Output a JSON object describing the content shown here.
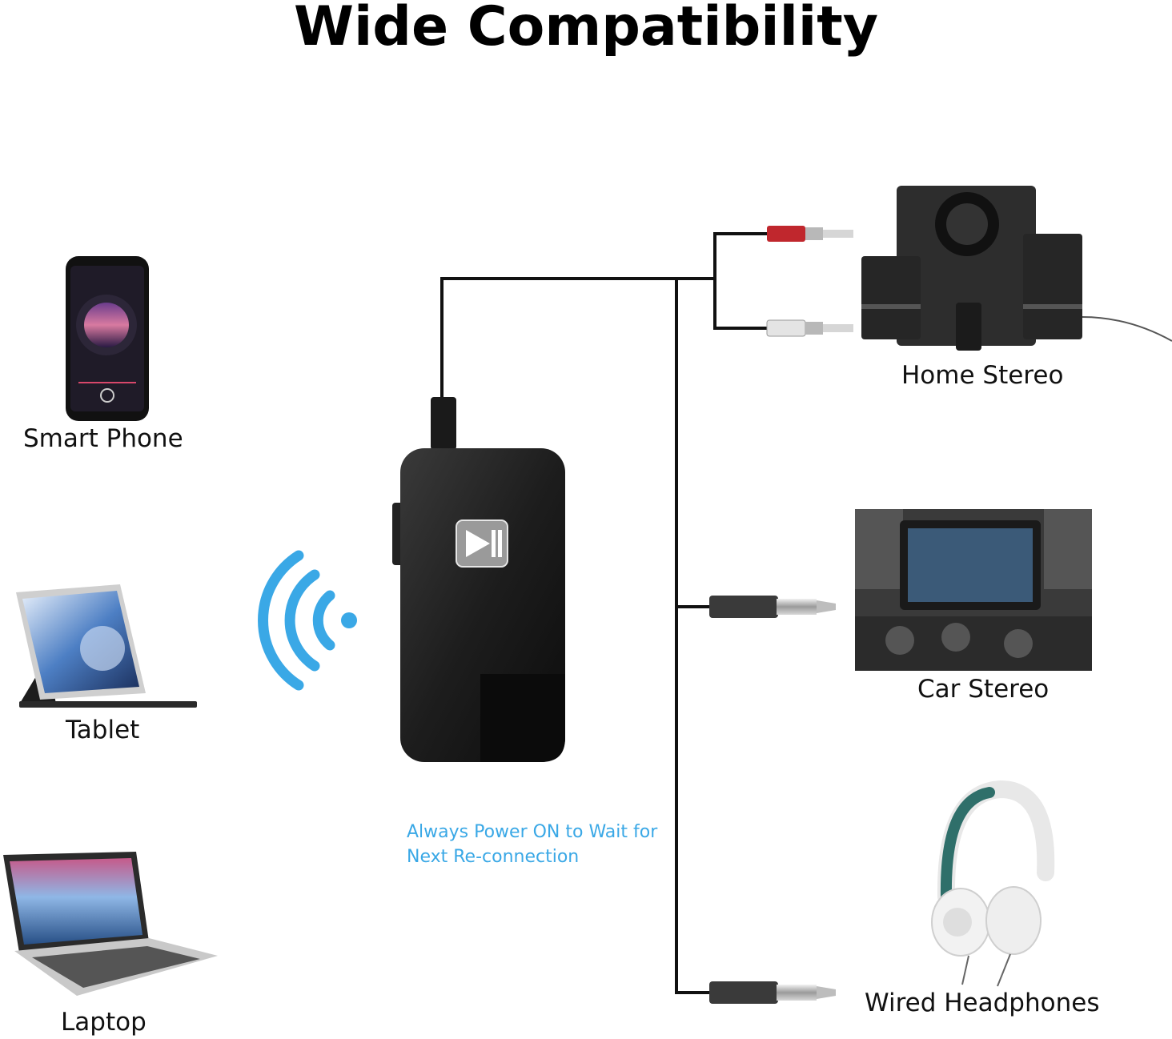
{
  "title": "Wide Compatibility",
  "sources": [
    {
      "label": "Smart Phone",
      "icon": "smartphone-icon"
    },
    {
      "label": "Tablet",
      "icon": "tablet-icon"
    },
    {
      "label": "Laptop",
      "icon": "laptop-icon"
    }
  ],
  "outputs": [
    {
      "label": "Home Stereo",
      "icon": "home-stereo-icon"
    },
    {
      "label": "Car Stereo",
      "icon": "car-stereo-icon"
    },
    {
      "label": "Wired Headphones",
      "icon": "headphones-icon"
    }
  ],
  "note": {
    "line1": "Always Power ON to Wait for",
    "line2": "Next Re-connection"
  },
  "colors": {
    "accent": "#3aa8e6",
    "device": "#1b1b1b",
    "cable": "#111111",
    "rca_red": "#c0272d"
  }
}
